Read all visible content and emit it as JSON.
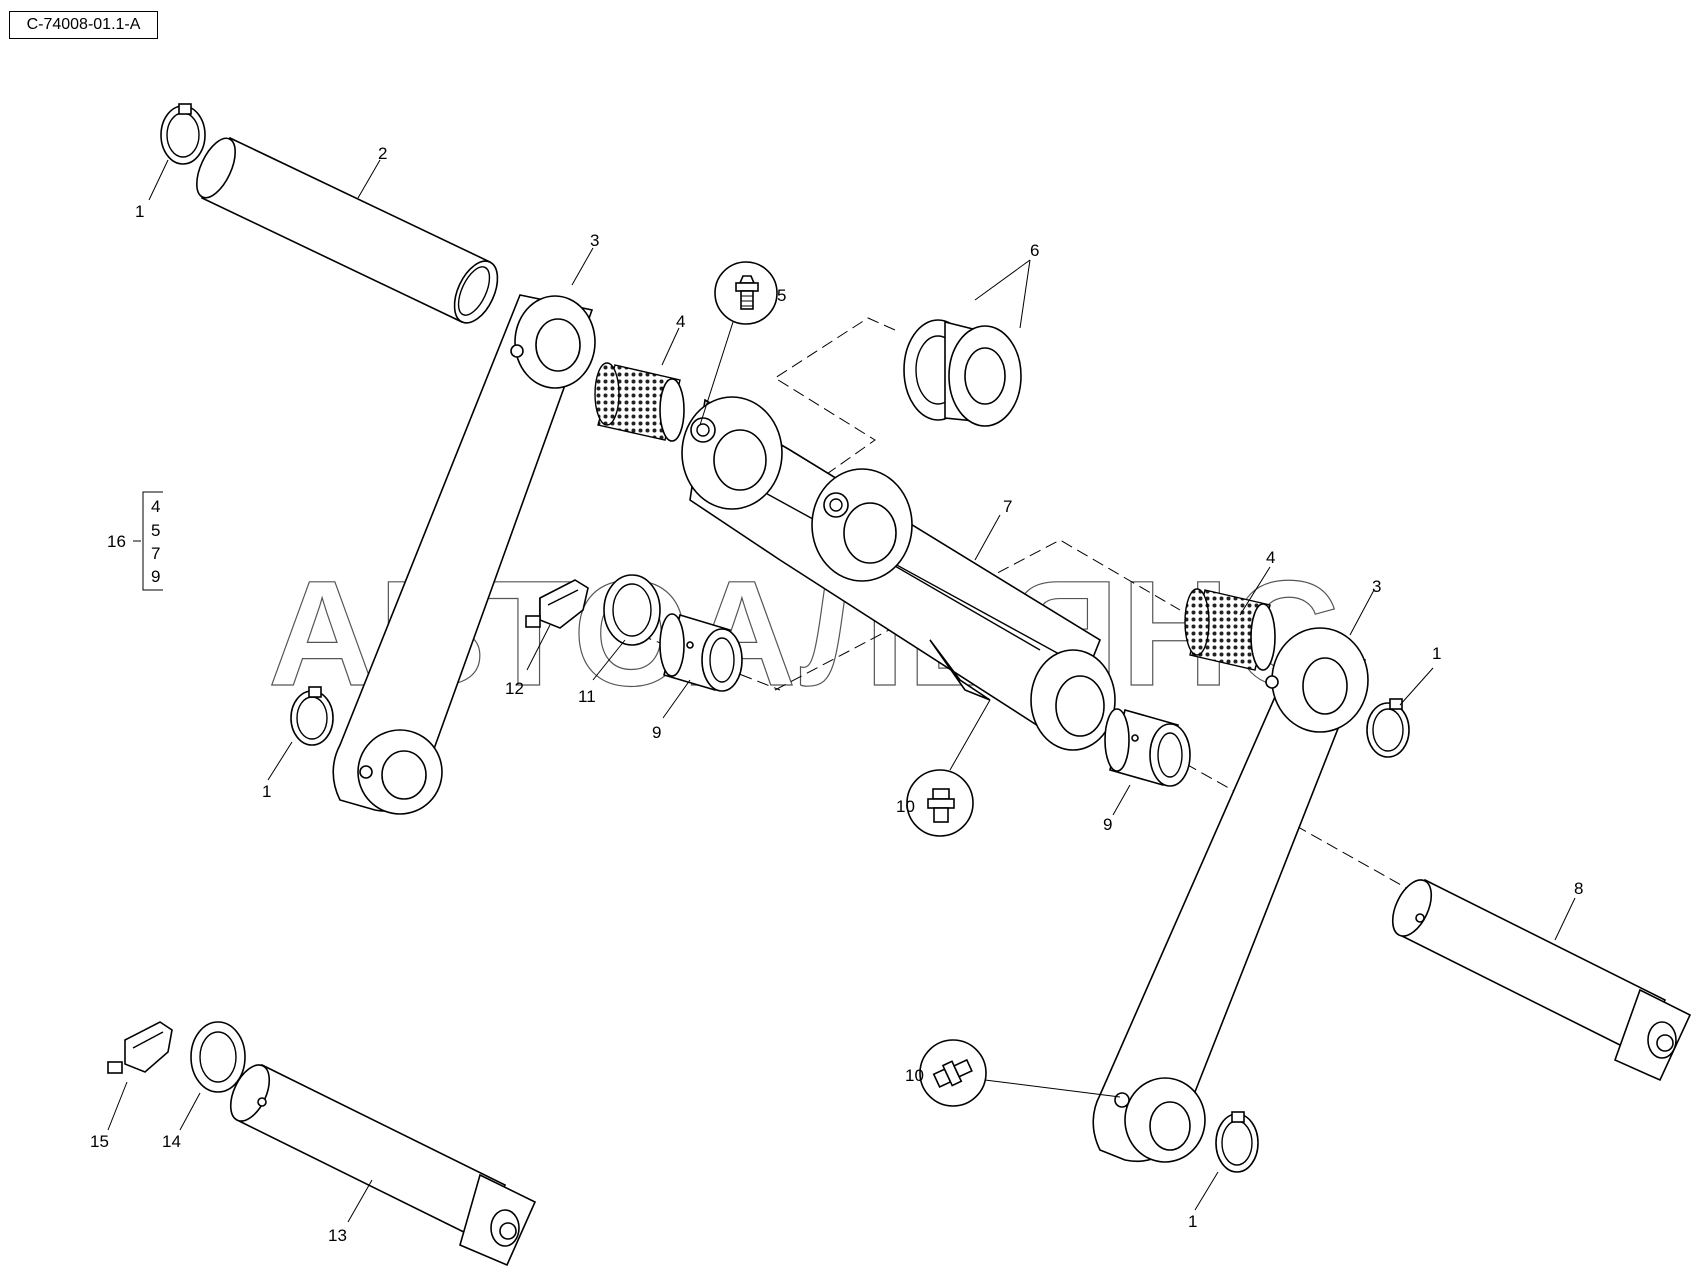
{
  "diagram_code": "C-74008-01.1-A",
  "watermark": "АВТОАЛЬЯНС",
  "kit": {
    "number": "16",
    "items": [
      "4",
      "5",
      "7",
      "9"
    ]
  },
  "callouts": {
    "c1a": "1",
    "c2": "2",
    "c3a": "3",
    "c4a": "4",
    "c5": "5",
    "c6": "6",
    "c7": "7",
    "c1b": "1",
    "c12": "12",
    "c11": "11",
    "c9a": "9",
    "c4b": "4",
    "c3b": "3",
    "c1c": "1",
    "c10a": "10",
    "c9b": "9",
    "c8": "8",
    "c10b": "10",
    "c1d": "1",
    "c15": "15",
    "c14": "14",
    "c13": "13"
  }
}
